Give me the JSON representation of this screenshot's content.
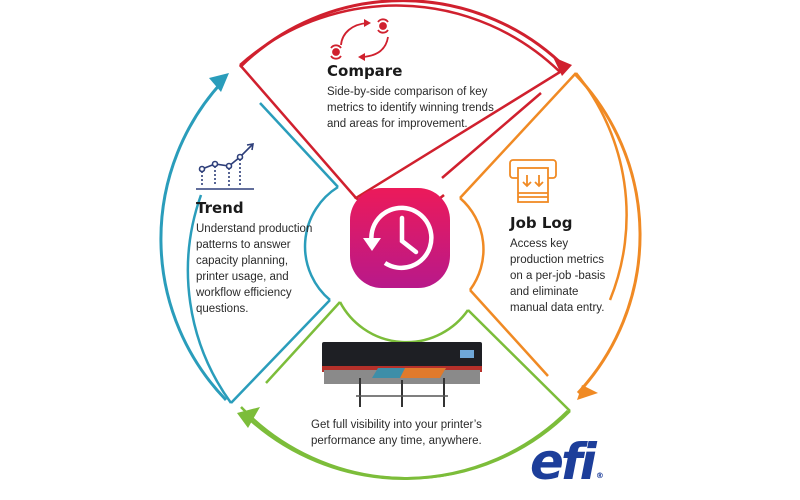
{
  "diagram": {
    "type": "cycle",
    "center_icon": "history-clock-icon",
    "colors": {
      "compare": "#d0202e",
      "job_log": "#f08a24",
      "visibility": "#7cbd3a",
      "trend": "#2a9dbb",
      "center_gradient_top": "#e8175d",
      "center_gradient_bottom": "#c0177e",
      "logo": "#1d3e9a"
    }
  },
  "sections": {
    "compare": {
      "icon": "compare-arrows-icon",
      "title": "Compare",
      "lines": [
        "Side-by-side comparison of key",
        "metrics to identify winning trends",
        "and areas for improvement."
      ]
    },
    "trend": {
      "icon": "trend-chart-icon",
      "title": "Trend",
      "lines": [
        "Understand production",
        "patterns to answer",
        "capacity planning,",
        "printer usage, and",
        "workflow efficiency",
        "questions."
      ]
    },
    "job_log": {
      "icon": "print-log-icon",
      "title": "Job Log",
      "lines": [
        "Access key",
        "production metrics",
        "on a per-job -basis",
        "and eliminate",
        "manual data entry."
      ]
    },
    "visibility": {
      "icon": "printer-image",
      "lines": [
        "Get full visibility into your printer’s",
        "performance any time, anywhere."
      ]
    }
  },
  "logo": {
    "text": "efi",
    "mark": "®"
  }
}
